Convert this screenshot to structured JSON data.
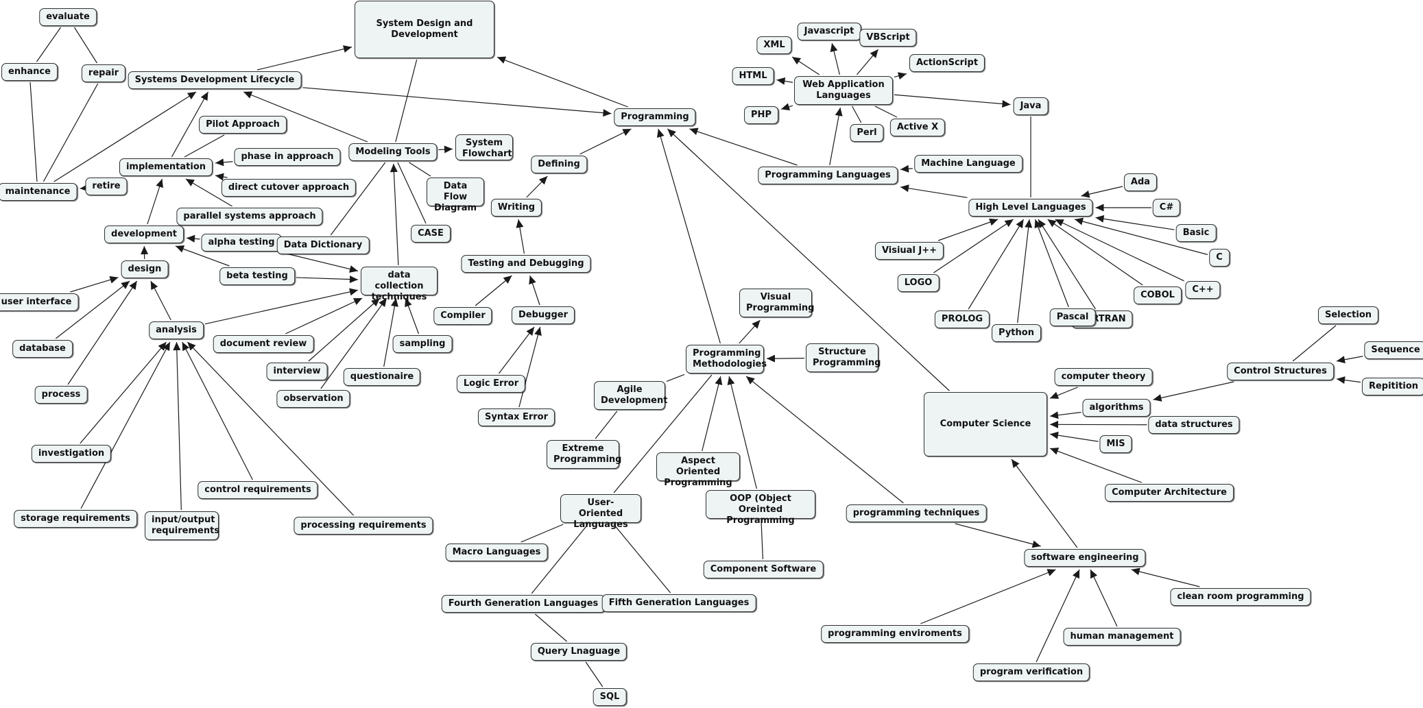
{
  "colors": {
    "node_fill": "#eef4f4",
    "node_border": "#2f2f2f",
    "link": "#1a1a1a"
  },
  "nodes": {
    "sdd": "System Design and Development",
    "sdlc": "Systems Development Lifecycle",
    "evaluate": "evaluate",
    "enhance": "enhance",
    "repair": "repair",
    "maintenance": "maintenance",
    "retire": "retire",
    "implementation": "implementation",
    "pilot": "Pilot Approach",
    "phasein": "phase in approach",
    "directcut": "direct cutover approach",
    "parallel": "parallel systems approach",
    "development": "development",
    "alpha": "alpha testing",
    "beta": "beta testing",
    "design": "design",
    "userinterface": "user interface",
    "database": "database",
    "process": "process",
    "analysis": "analysis",
    "investigation": "investigation",
    "storage": "storage requirements",
    "io": "input/output requirements",
    "control": "control requirements",
    "processing": "processing requirements",
    "datacoll": "data collection techniques",
    "docreview": "document review",
    "interview": "interview",
    "observation": "observation",
    "questionaire": "questionaire",
    "sampling": "sampling",
    "modeling": "Modeling Tools",
    "sysflow": "System Flowchart",
    "dfd": "Data Flow Diagram",
    "case": "CASE",
    "datadict": "Data Dictionary",
    "programming": "Programming",
    "defining": "Defining",
    "writing": "Writing",
    "testing": "Testing and Debugging",
    "compiler": "Compiler",
    "debugger": "Debugger",
    "logicerror": "Logic Error",
    "syntaxerror": "Syntax Error",
    "progmeth": "Programming Methodologies",
    "visualprog": "Visual Programming",
    "structprog": "Structure Programming",
    "agile": "Agile Development",
    "extreme": "Extreme Programming",
    "aspect": "Aspect Oriented Programming",
    "oop": "OOP (Object Oreinted Programming",
    "component": "Component Software",
    "useroriented": "User-Oriented Languages",
    "macro": "Macro Languages",
    "fourthgen": "Fourth Generation Languages",
    "fifthgen": "Fifth Generation Languages",
    "query": "Query Lnaguage",
    "sql": "SQL",
    "proglang": "Programming Languages",
    "webapp": "Web Application Languages",
    "xml": "XML",
    "javascript": "Javascript",
    "vbscript": "VBScript",
    "actionscript": "ActionScript",
    "html": "HTML",
    "php": "PHP",
    "perl": "Perl",
    "activex": "Active X",
    "java": "Java",
    "machine": "Machine Language",
    "highlevel": "High Level Languages",
    "ada": "Ada",
    "csharp": "C#",
    "basic": "Basic",
    "c": "C",
    "cpp": "C++",
    "cobol": "COBOL",
    "fortran": "FORTRAN",
    "pascal": "Pascal",
    "python": "Python",
    "prolog": "PROLOG",
    "logo": "LOGO",
    "visualj": "Visiual J++",
    "compsci": "Computer Science",
    "comptheory": "computer theory",
    "algorithms": "algorithms",
    "datastruct": "data structures",
    "mis": "MIS",
    "comparch": "Computer Architecture",
    "controlstruct": "Control Structures",
    "selection": "Selection",
    "sequence": "Sequence",
    "repitition": "Repitition",
    "progtech": "programming techniques",
    "softeng": "software engineering",
    "cleanroom": "clean room programming",
    "progenv": "programming enviroments",
    "humanmgmt": "human management",
    "progverif": "program verification"
  }
}
